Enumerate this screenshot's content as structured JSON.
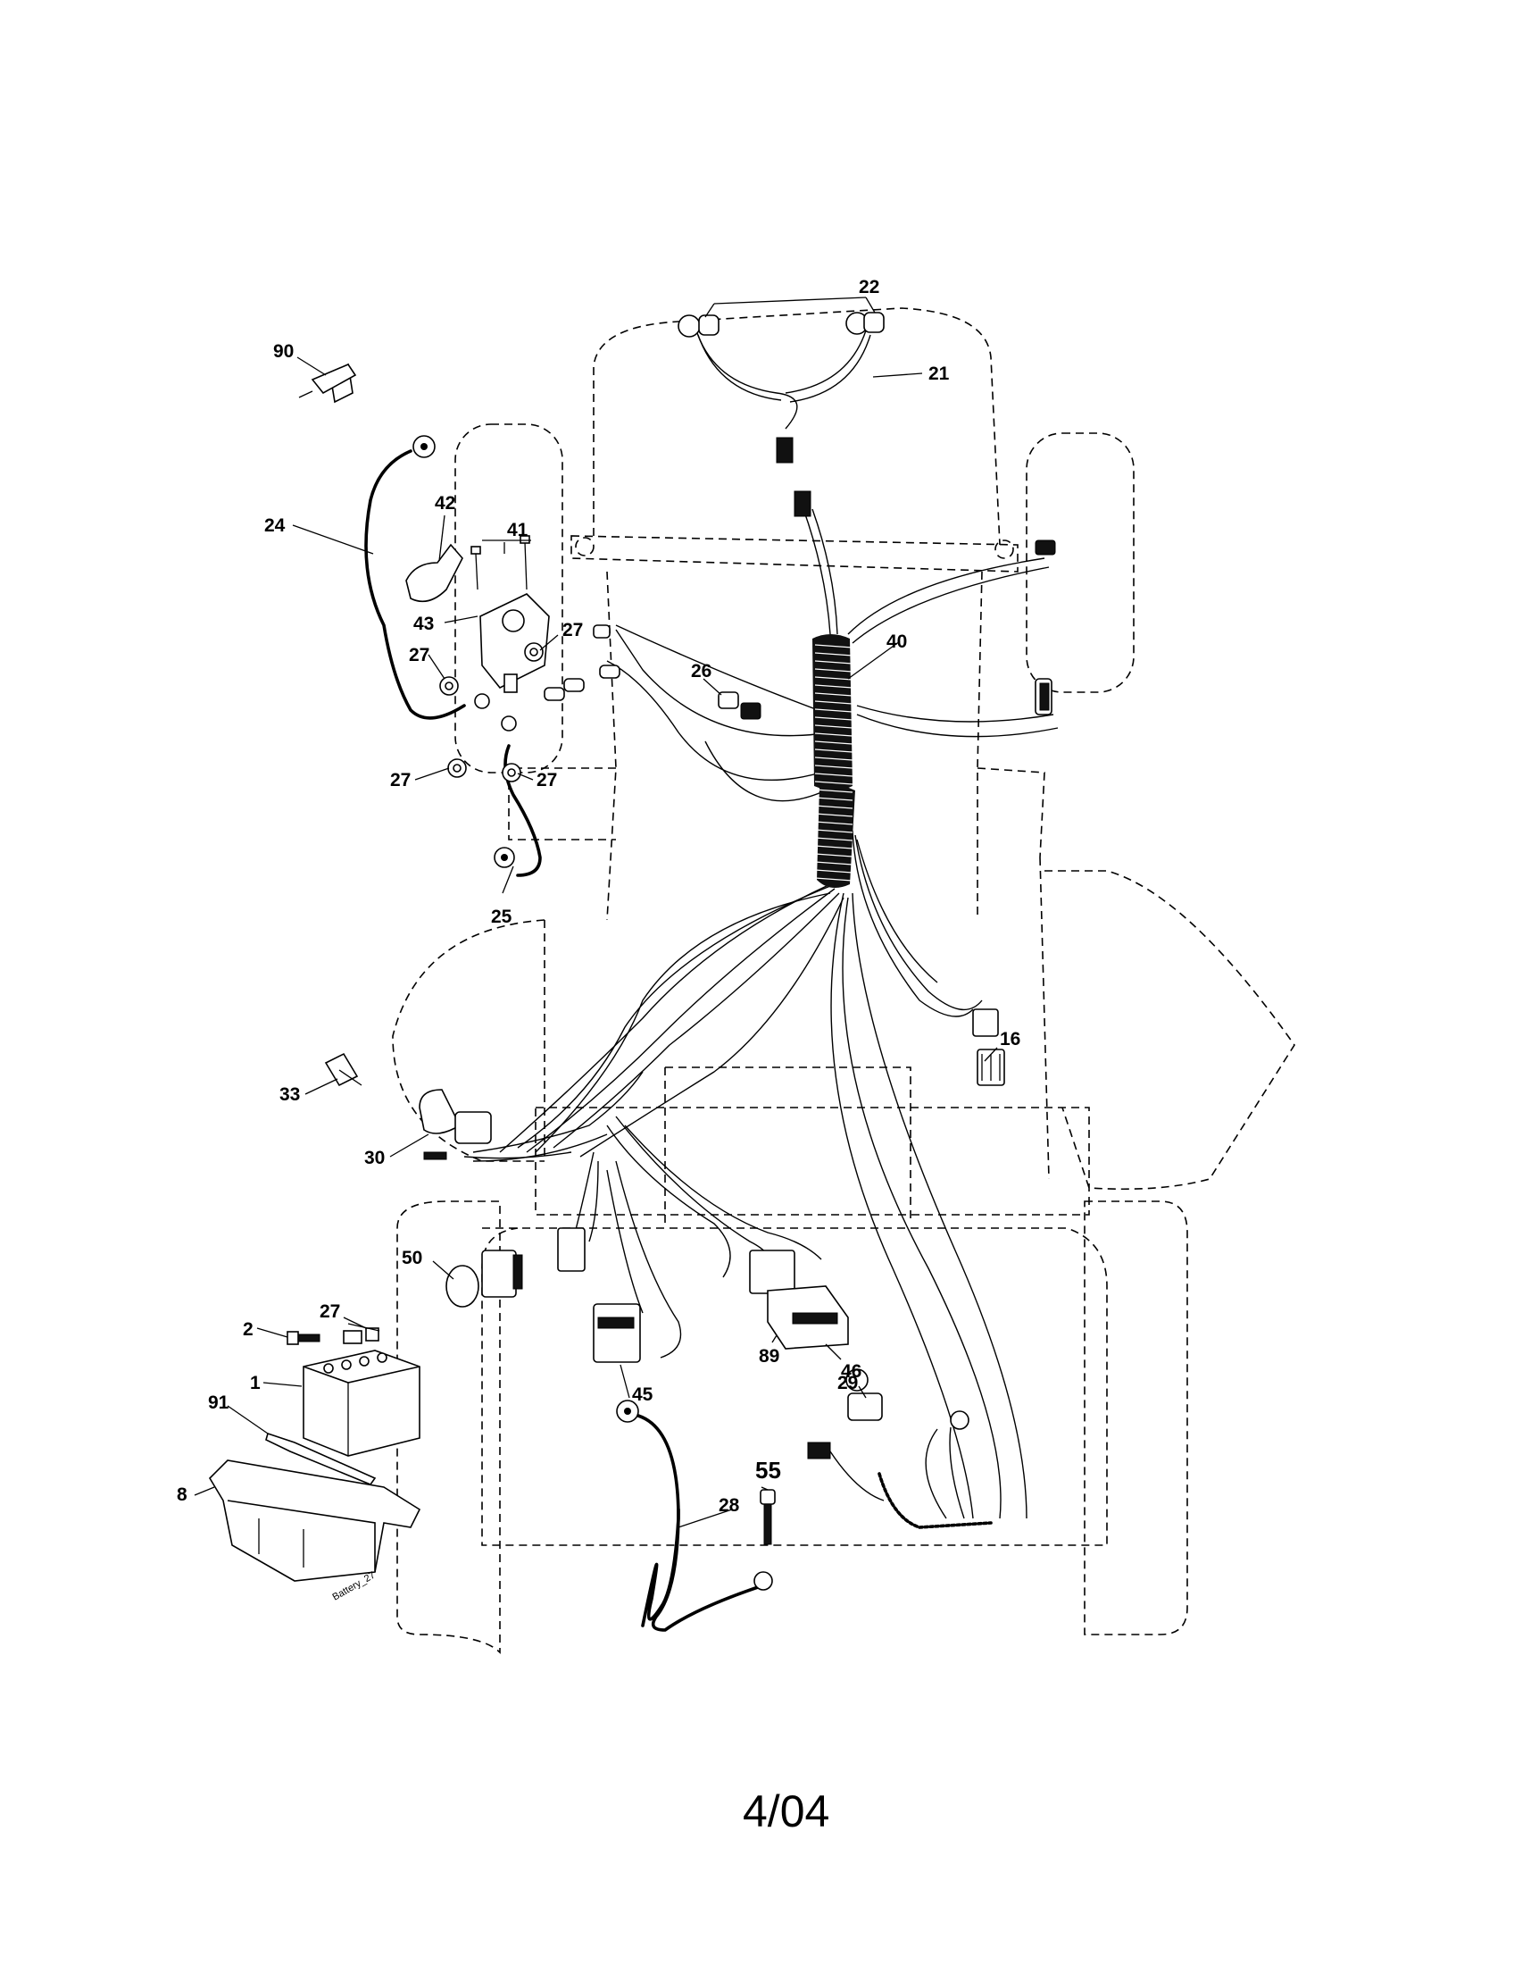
{
  "callouts": {
    "c22": "22",
    "c21": "21",
    "c90": "90",
    "c24": "24",
    "c42": "42",
    "c41": "41",
    "c43": "43",
    "c27a": "27",
    "c27b": "27",
    "c27c": "27",
    "c27d": "27",
    "c27e": "27",
    "c40": "40",
    "c26": "26",
    "c25": "25",
    "c16": "16",
    "c33": "33",
    "c30": "30",
    "c50": "50",
    "c2": "2",
    "c1": "1",
    "c91": "91",
    "c8": "8",
    "c89": "89",
    "c46": "46",
    "c45": "45",
    "c29": "29",
    "c55": "55",
    "c28": "28"
  },
  "stamp": "Battery_27",
  "footer": "4/04"
}
